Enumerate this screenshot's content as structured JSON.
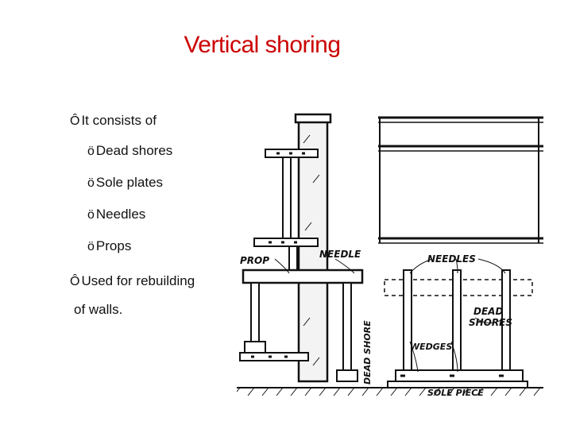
{
  "slide": {
    "title": "Vertical shoring",
    "bullet_glyph": "Ô",
    "sub_glyph": "ö",
    "bullets": [
      {
        "text": "It consists of"
      },
      {
        "text": "Used for rebuilding",
        "continuation": "of walls."
      }
    ],
    "sub_items": [
      "Dead shores",
      "Sole plates",
      "Needles",
      "Props"
    ]
  },
  "figure": {
    "labels": {
      "prop": "PROP",
      "needle": "NEEDLE",
      "needles": "NEEDLES",
      "dead_shore": "DEAD SHORE",
      "dead_shores_1": "DEAD",
      "dead_shores_2": "SHORES",
      "wedges": "WEDGES",
      "sole_piece": "SOLE PIECE"
    }
  }
}
